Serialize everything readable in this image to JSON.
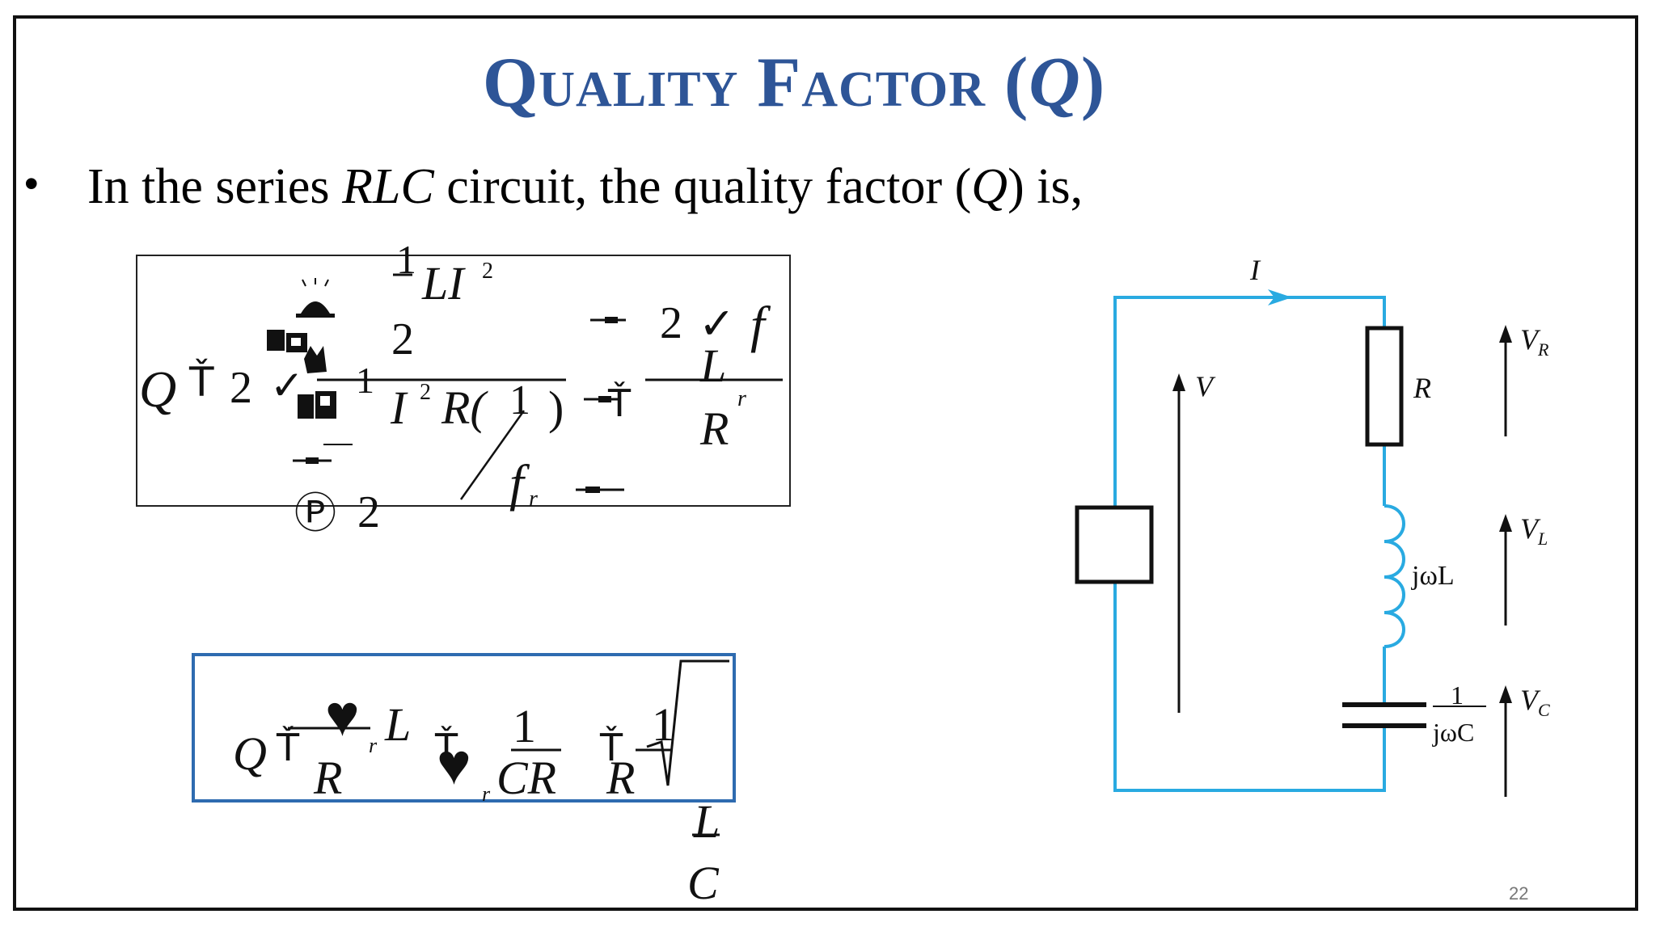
{
  "slide": {
    "title_main": "Quality Factor (",
    "title_q": "Q",
    "title_end": ")",
    "bullet_dot": "•",
    "bullet_part1": "In the series ",
    "bullet_rlc": "RLC",
    "bullet_part2": " circuit, the quality factor (",
    "bullet_q": "Q",
    "bullet_part3": ") is,",
    "page_number": "22"
  },
  "equation1": {
    "q": "Q",
    "eq_glyph": "Ť",
    "two": "2",
    "check": "✓",
    "one_top": "1",
    "l_i_sq": "LI",
    "sup2": "2",
    "two_mid": "2",
    "one_left": "1",
    "i_sq_r": "I",
    "sup2b": "2",
    "r_paren": "R(",
    "one_inner": "1",
    "paren_close": ")",
    "eq_glyph2": "Ť",
    "two_right": "2",
    "check_right": "✓",
    "f": "f",
    "l_right": "L",
    "r_right": "R",
    "r_sub": "r",
    "f_r": "f",
    "f_r_sub": "r",
    "p_circle": "Ⓟ",
    "two_bottom": "2"
  },
  "equation2": {
    "q": "Q",
    "eq_glyph": "Ť",
    "l": "L",
    "r": "R",
    "sub_r1": "r",
    "eq_glyph2": "Ť",
    "one": "1",
    "cr": "CR",
    "sub_r2": "r",
    "eq_glyph3": "Ť",
    "one_b": "1",
    "r_b": "R",
    "l_b": "L",
    "c_b": "C",
    "heart": "♥"
  },
  "circuit": {
    "current_label": "I",
    "voltage_label": "V",
    "resistor_label": "R",
    "inductor_label": "jωL",
    "cap_num": "1",
    "cap_den": "jωC",
    "vr_main": "V",
    "vr_sub": "R",
    "vl_main": "V",
    "vl_sub": "L",
    "vc_main": "V",
    "vc_sub": "C",
    "source_symbol": "∼",
    "wire_color": "#29aae1"
  }
}
